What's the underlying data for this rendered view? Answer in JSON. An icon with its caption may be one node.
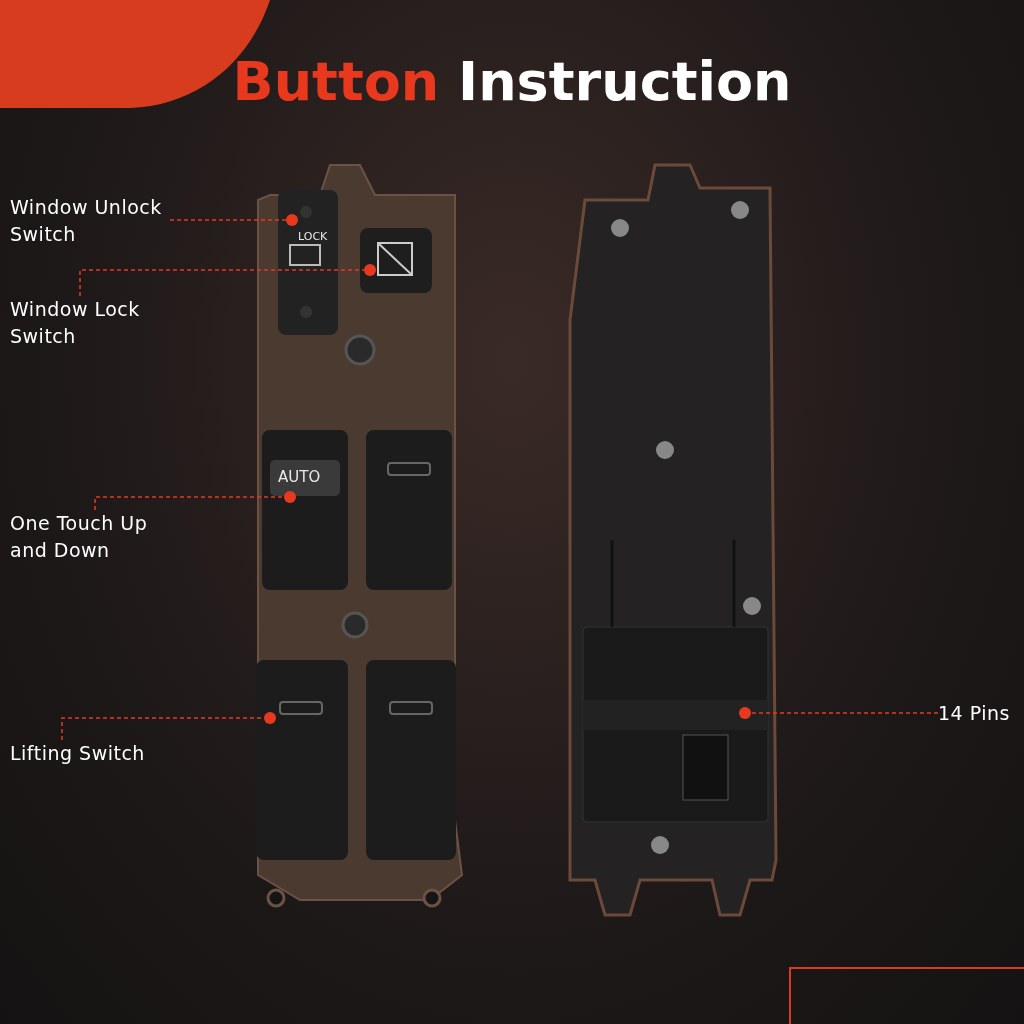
{
  "diagram": {
    "title": "Button Instruction",
    "nodes": [
      {
        "text": [
          "Window Unlock Switch"
        ]
      },
      {
        "text": [],
        "shape": "circle"
      },
      {
        "text": [
          "Window Lock Switch"
        ]
      },
      {
        "text": [],
        "shape": "circle"
      },
      {
        "text": [
          "One Touch Up and Down"
        ]
      },
      {
        "text": [],
        "shape": "circle"
      },
      {
        "text": [
          "Lifting Switch"
        ]
      },
      {
        "text": [],
        "shape": "circle"
      },
      {
        "text": [
          "14 Pins"
        ]
      },
      {
        "text": [],
        "shape": "circle"
      }
    ],
    "edges": [
      {
        "from": 0,
        "to": 1,
        "arrow": "none",
        "style": "dashed"
      },
      {
        "from": 2,
        "to": 3,
        "arrow": "none",
        "style": "dashed"
      },
      {
        "from": 4,
        "to": 5,
        "arrow": "none",
        "style": "dashed"
      },
      {
        "from": 6,
        "to": 7,
        "arrow": "none",
        "style": "dashed"
      },
      {
        "from": 8,
        "to": 9,
        "arrow": "none",
        "style": "dashed"
      }
    ],
    "labels": [
      "LOCK",
      "AUTO"
    ]
  }
}
